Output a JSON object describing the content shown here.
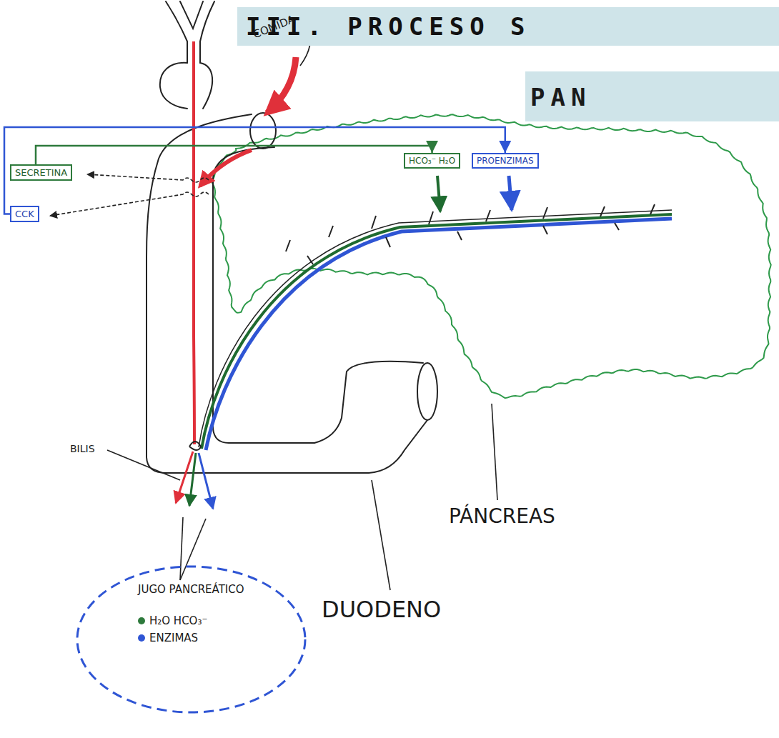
{
  "diagram": {
    "title": "III. PROCESO S",
    "nodes": [
      {
        "text": [
          "SECRETINA"
        ]
      },
      {
        "text": [
          "CCK"
        ]
      },
      {
        "text": [
          "HCO₃⁻ H₂O"
        ]
      },
      {
        "text": [
          "PROENZIMAS"
        ]
      },
      {
        "text": [
          "JUGO PANCREÁTICO"
        ]
      }
    ],
    "edges": [
      {
        "from": 0,
        "to": 2,
        "arrow": "to"
      },
      {
        "from": 1,
        "to": 3,
        "arrow": "to"
      }
    ],
    "labels": [
      "COMIDA",
      "BILIS",
      "PÁNCREAS",
      "DUODENO",
      "PAN"
    ],
    "legend": [
      {
        "text": "H₂O HCO₃⁻",
        "color": "#2e7a3c"
      },
      {
        "text": "ENZIMAS",
        "color": "#2f55d4"
      }
    ]
  }
}
